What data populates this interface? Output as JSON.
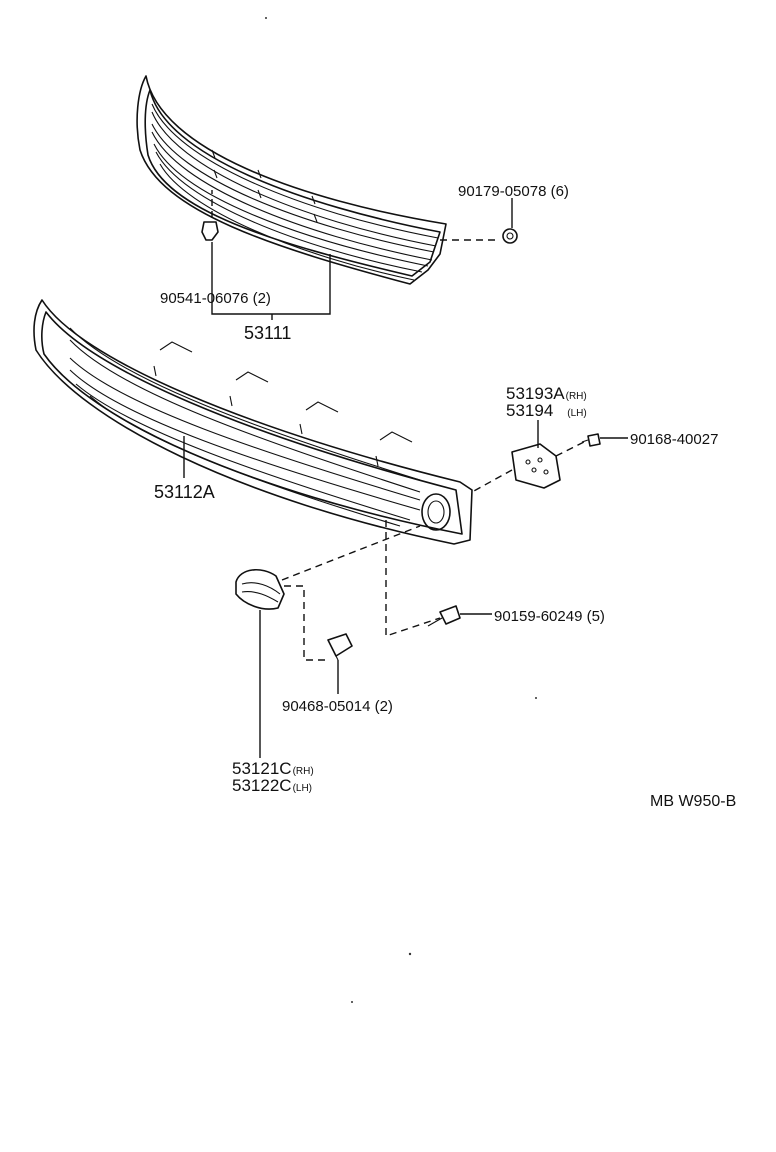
{
  "diagram": {
    "code": "MB W950-B",
    "parts": {
      "upper_grille": "53111",
      "lower_grille": "53112A",
      "bracket_a": "53193A",
      "bracket_a_side": "(RH)",
      "bracket_b": "53194",
      "bracket_b_side": "(LH)",
      "fog_cover_a": "53121C",
      "fog_cover_a_side": "(RH)",
      "fog_cover_b": "53122C",
      "fog_cover_b_side": "(LH)"
    },
    "fasteners": {
      "upper_nut": "90179-05078 (6)",
      "upper_clip": "90541-06076 (2)",
      "bracket_screw": "90168-40027",
      "lower_screw": "90159-60249 (5)",
      "cover_clip": "90468-05014 (2)"
    }
  }
}
